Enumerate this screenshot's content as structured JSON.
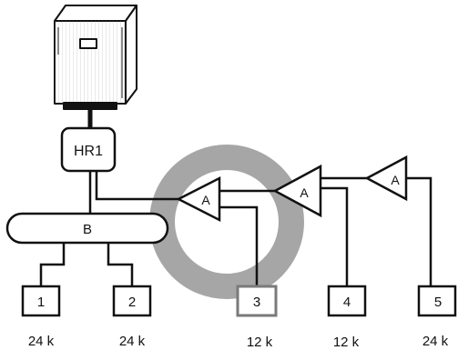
{
  "diagram": {
    "hr_label": "HR1",
    "branch_label": "B",
    "units": [
      {
        "id": "1",
        "capacity": "24 k",
        "highlighted": false
      },
      {
        "id": "2",
        "capacity": "24 k",
        "highlighted": false
      },
      {
        "id": "3",
        "capacity": "12 k",
        "highlighted": true
      },
      {
        "id": "4",
        "capacity": "12 k",
        "highlighted": false
      },
      {
        "id": "5",
        "capacity": "24 k",
        "highlighted": false
      }
    ],
    "joints": [
      {
        "label": "A"
      },
      {
        "label": "A"
      },
      {
        "label": "A"
      }
    ],
    "outdoor_unit_icon": "outdoor-condensing-unit-icon",
    "highlight_ring_color": "#a6a6a6",
    "highlight_box_color": "#7a7a7a"
  }
}
